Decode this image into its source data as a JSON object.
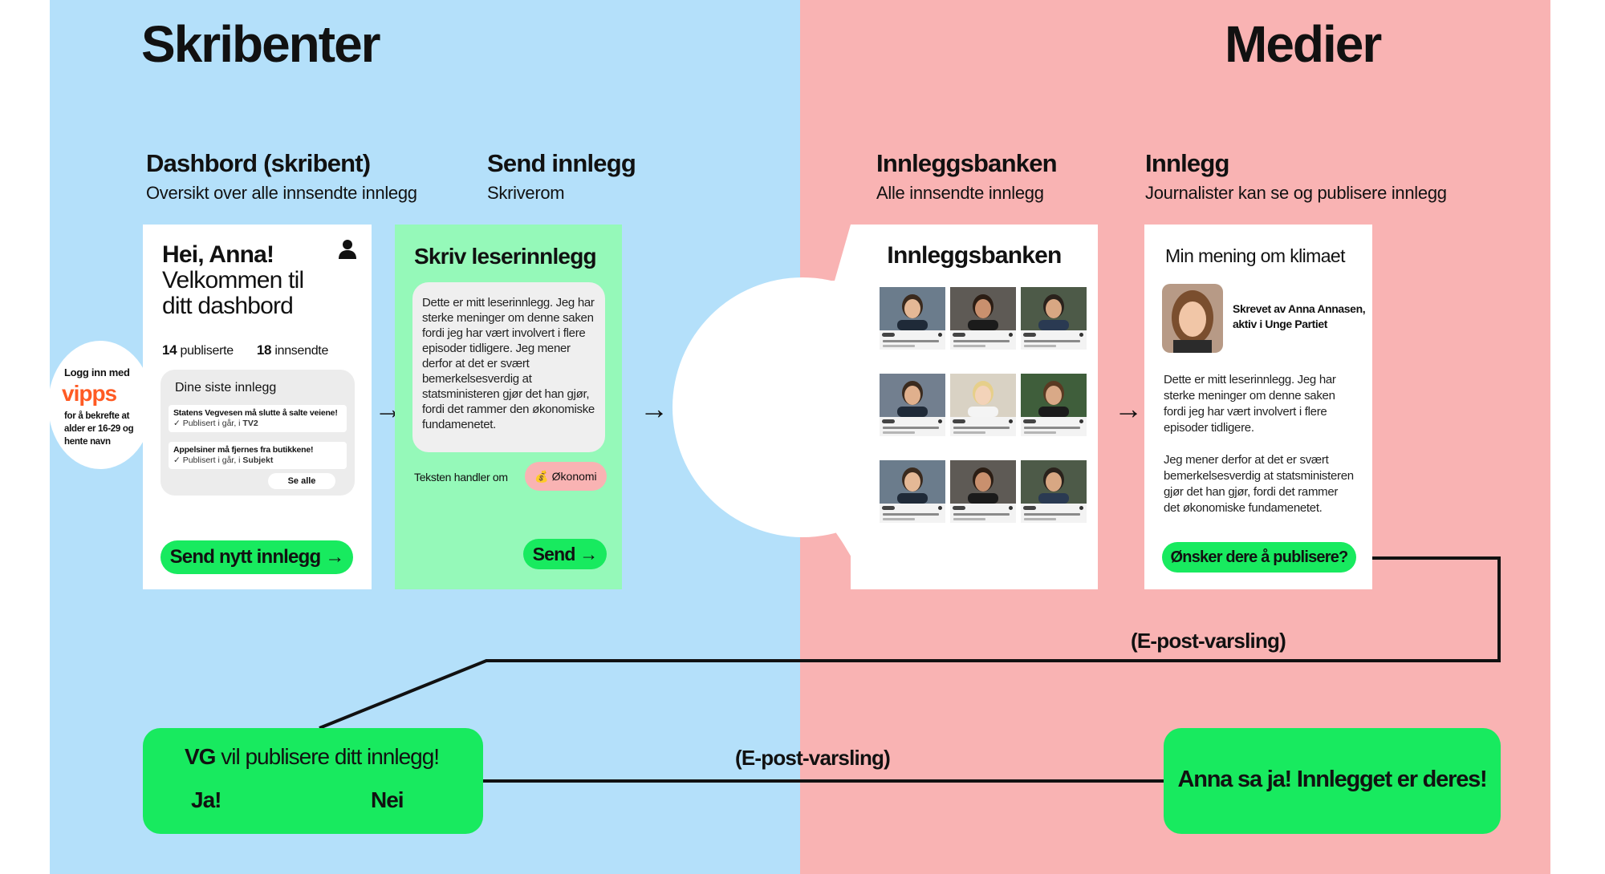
{
  "left_heading": "Skribenter",
  "right_heading": "Medier",
  "sections": {
    "dashboard": {
      "title": "Dashbord (skribent)",
      "subtitle": "Oversikt over alle innsendte innlegg"
    },
    "send": {
      "title": "Send innlegg",
      "subtitle": "Skriverom"
    },
    "bank": {
      "title": "Innleggsbanken",
      "subtitle": "Alle innsendte innlegg"
    },
    "post": {
      "title": "Innlegg",
      "subtitle": "Journalister kan se og publisere innlegg"
    }
  },
  "vipps": {
    "login": "Logg inn med",
    "logo": "vipps",
    "desc": "for å bekrefte at alder er 16-29 og hente navn"
  },
  "dashboard_card": {
    "greeting_bold": "Hei, Anna!",
    "greeting_line2": "Velkommen til",
    "greeting_line3": "ditt dashbord",
    "published_count": "14",
    "published_label": "publiserte",
    "submitted_count": "18",
    "submitted_label": "innsendte",
    "recent_title": "Dine siste innlegg",
    "items": [
      {
        "title": "Statens Vegvesen må slutte å salte veiene!",
        "status": "✓ Publisert i går, i",
        "outlet": "TV2"
      },
      {
        "title": "Appelsiner må fjernes fra butikkene!",
        "status": "✓ Publisert i går, i",
        "outlet": "Subjekt"
      }
    ],
    "see_all": "Se alle",
    "new_post_button": "Send nytt innlegg →"
  },
  "write_card": {
    "title": "Skriv leserinnlegg",
    "body": "Dette er mitt leserinnlegg. Jeg har sterke meninger om denne saken fordi jeg har vært involvert i flere episoder tidligere. Jeg mener derfor at det er svært bemerkelsesverdig at statsministeren gjør det han gjør, fordi det rammer den økonomiske fundamenetet.",
    "topic_label": "Teksten handler om",
    "topic_icon": "money-bag-icon",
    "topic_glyph": "💰",
    "topic": "Økonomi",
    "send_button": "Send →"
  },
  "bank_card": {
    "title": "Innleggsbanken"
  },
  "article_card": {
    "title": "Min mening om klimaet",
    "byline": "Skrevet av Anna Annasen, aktiv i Unge Partiet",
    "para1": "Dette er mitt leserinnlegg. Jeg har sterke meninger om denne saken fordi jeg har vært involvert i flere episoder tidligere.",
    "para2": "Jeg mener derfor at det er svært bemerkelsesverdig at statsministeren gjør det han gjør, fordi det rammer det økonomiske fundamenetet.",
    "publish_button": "Ønsker dere å publisere?"
  },
  "notification_right": "(E-post-varsling)",
  "notification_bottom": "(E-post-varsling)",
  "vg_box": {
    "outlet": "VG",
    "text": "vil publisere ditt innlegg!",
    "yes": "Ja!",
    "no": "Nei"
  },
  "anna_box": {
    "text": "Anna sa ja! Innlegget er deres!"
  },
  "arrows": {
    "a1": "→",
    "a2": "→",
    "a3": "→"
  },
  "colors": {
    "blue": "#b4e0fa",
    "pink": "#f9b3b3",
    "green": "#18ea5f",
    "mint": "#95f9b9",
    "vipps": "#ff5b24"
  }
}
